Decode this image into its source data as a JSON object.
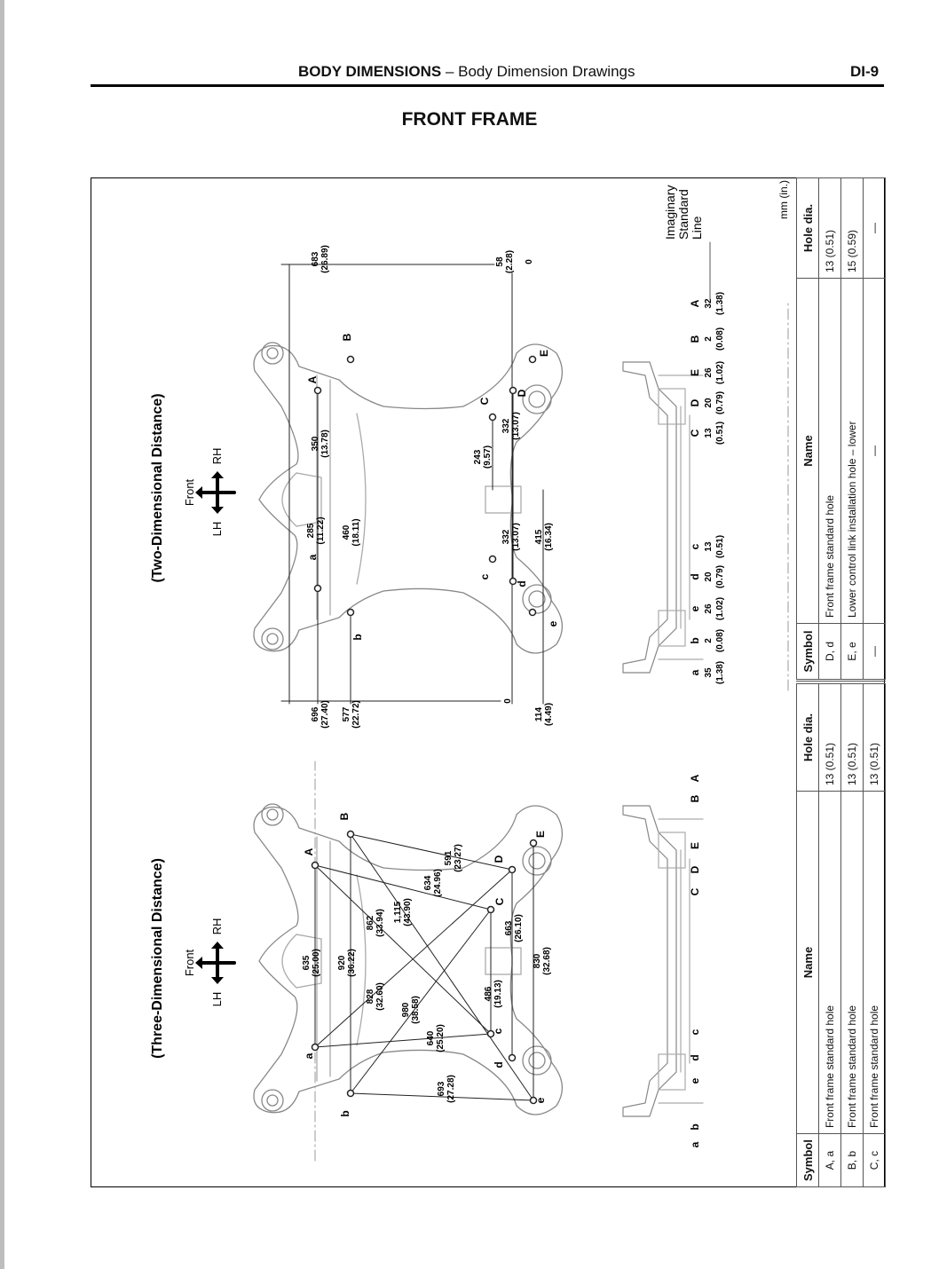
{
  "header": {
    "section": "BODY DIMENSIONS",
    "subtitle": "– Body Dimension Drawings",
    "page": "DI-9"
  },
  "title": "FRONT FRAME",
  "units": "mm (in.)",
  "three_d": {
    "title": "(Three-Dimensional Distance)",
    "orientation": {
      "front": "Front",
      "lh": "LH",
      "rh": "RH"
    },
    "points": [
      "A",
      "B",
      "C",
      "D",
      "E",
      "a",
      "b",
      "c",
      "d",
      "e"
    ],
    "dims": [
      {
        "mm": "635",
        "in": "(25.00)"
      },
      {
        "mm": "920",
        "in": "(36.22)"
      },
      {
        "mm": "828",
        "in": "(32.60)"
      },
      {
        "mm": "862",
        "in": "(33.94)"
      },
      {
        "mm": "1,115",
        "in": "(43.90)"
      },
      {
        "mm": "980",
        "in": "(38.58)"
      },
      {
        "mm": "634",
        "in": "(24.96)"
      },
      {
        "mm": "591",
        "in": "(23.27)"
      },
      {
        "mm": "640",
        "in": "(25.20)"
      },
      {
        "mm": "693",
        "in": "(27.28)"
      },
      {
        "mm": "486",
        "in": "(19.13)"
      },
      {
        "mm": "663",
        "in": "(26.10)"
      },
      {
        "mm": "830",
        "in": "(32.68)"
      }
    ],
    "side_labels": [
      "a",
      "b",
      "e",
      "d",
      "c",
      "C",
      "D",
      "E",
      "B",
      "A"
    ]
  },
  "two_d": {
    "title": "(Two-Dimensional Distance)",
    "orientation": {
      "front": "Front",
      "lh": "LH",
      "rh": "RH"
    },
    "points": [
      "A",
      "B",
      "C",
      "D",
      "E",
      "a",
      "b",
      "c",
      "d",
      "e"
    ],
    "dims": [
      {
        "mm": "683",
        "in": "(26.89)"
      },
      {
        "mm": "696",
        "in": "(27.40)"
      },
      {
        "mm": "577",
        "in": "(22.72)"
      },
      {
        "mm": "0",
        "in": ""
      },
      {
        "mm": "114",
        "in": "(4.49)"
      },
      {
        "mm": "58",
        "in": "(2.28)"
      },
      {
        "mm": "350",
        "in": "(13.78)"
      },
      {
        "mm": "285",
        "in": "(11.22)"
      },
      {
        "mm": "460",
        "in": "(18.11)"
      },
      {
        "mm": "243",
        "in": "(9.57)"
      },
      {
        "mm": "332",
        "in": "(13.07)"
      },
      {
        "mm": "332",
        "in": "(13.07)"
      },
      {
        "mm": "415",
        "in": "(16.34)"
      }
    ],
    "zero_top": "0",
    "side": [
      {
        "l": "a",
        "mm": "35",
        "in": "(1.38)"
      },
      {
        "l": "b",
        "mm": "2",
        "in": "(0.08)"
      },
      {
        "l": "e",
        "mm": "26",
        "in": "(1.02)"
      },
      {
        "l": "d",
        "mm": "20",
        "in": "(0.79)"
      },
      {
        "l": "c",
        "mm": "13",
        "in": "(0.51)"
      },
      {
        "l": "C",
        "mm": "13",
        "in": "(0.51)"
      },
      {
        "l": "D",
        "mm": "20",
        "in": "(0.79)"
      },
      {
        "l": "E",
        "mm": "26",
        "in": "(1.02)"
      },
      {
        "l": "B",
        "mm": "2",
        "in": "(0.08)"
      },
      {
        "l": "A",
        "mm": "32",
        "in": "(1.38)"
      }
    ],
    "standard_line": [
      "Imaginary",
      "Standard",
      "Line"
    ]
  },
  "table": {
    "headers": {
      "symbol": "Symbol",
      "name": "Name",
      "hole": "Hole dia."
    },
    "left_rows": [
      {
        "symbol": "A, a",
        "name": "Front frame standard hole",
        "hole": "13 (0.51)"
      },
      {
        "symbol": "B, b",
        "name": "Front frame standard hole",
        "hole": "13 (0.51)"
      },
      {
        "symbol": "C, c",
        "name": "Front frame standard hole",
        "hole": "13 (0.51)"
      }
    ],
    "right_rows": [
      {
        "symbol": "D, d",
        "name": "Front frame standard hole",
        "hole": "13 (0.51)"
      },
      {
        "symbol": "E, e",
        "name": "Lower control link installation hole – lower",
        "hole": "15 (0.59)"
      },
      {
        "symbol": "—",
        "name": "—",
        "hole": "—"
      }
    ]
  }
}
